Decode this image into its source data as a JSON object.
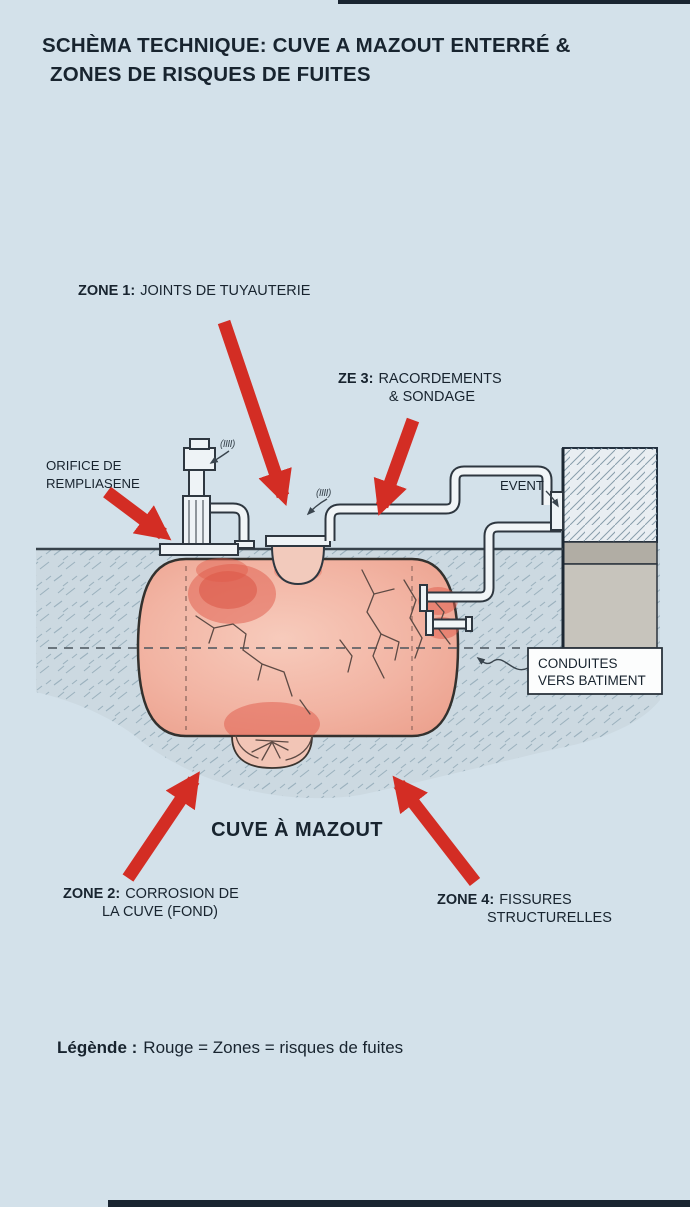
{
  "title": {
    "line1": "SCHÈMA TECHNIQUE: CUVE A MAZOUT ENTERRÉ &",
    "line2": "ZONES DE RISQUES DE FUITES"
  },
  "callouts": {
    "zone1": {
      "prefix": "ZONE 1:",
      "label": "JOINTS DE TUYAUTERIE"
    },
    "zone3": {
      "prefix": "ZE 3:",
      "label": "RACORDEMENTS",
      "label2": "& SONDAGE"
    },
    "zone2": {
      "prefix": "ZONE 2:",
      "label": "CORROSION DE",
      "label2": "LA CUVE (FOND)"
    },
    "zone4": {
      "prefix": "ZONE 4:",
      "label": "FISSURES",
      "label2": "STRUCTURELLES"
    },
    "orifice": {
      "line1": "ORIFICE DE",
      "line2": "REMPLIASENE"
    },
    "event": {
      "label": "EVENT"
    },
    "conduites": {
      "line1": "CONDUITES",
      "line2": "VERS BATIMENT"
    }
  },
  "tank_label": "CUVE À MAZOUT",
  "legend": {
    "prefix": "Légènde :",
    "text": "Rouge = Zones = risques de fuites"
  },
  "annotations": {
    "scribble1": "(IIII)",
    "scribble2": "(IIII)"
  },
  "colors": {
    "background": "#d3e1ea",
    "risk_red": "#d32d24",
    "tank_pink": "#f2b4a3",
    "leak_blob": "#df5a49",
    "soil": "#ccd9e1",
    "building_gray": "#c7c4bc",
    "ink": "#16222e"
  }
}
